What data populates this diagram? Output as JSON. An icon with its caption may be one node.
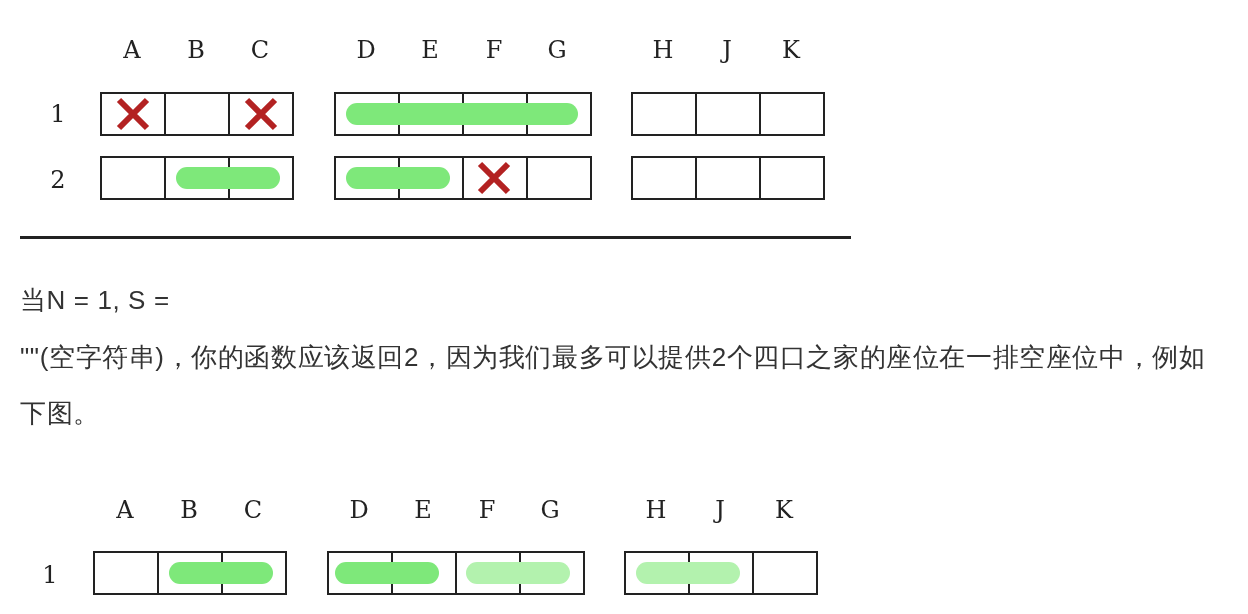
{
  "diagram": {
    "labels": [
      "A",
      "B",
      "C",
      "D",
      "E",
      "F",
      "G",
      "H",
      "J",
      "K",
      "1",
      "2",
      "当N = 1, S =",
      "\"\"(空字符串)，你的函数应该返回2，因为我们最多可以提供2个四口之家的座位在一排空座位中，例如下图。",
      "A",
      "B",
      "C",
      "D",
      "E",
      "F",
      "G",
      "H",
      "J",
      "K",
      "1"
    ]
  }
}
